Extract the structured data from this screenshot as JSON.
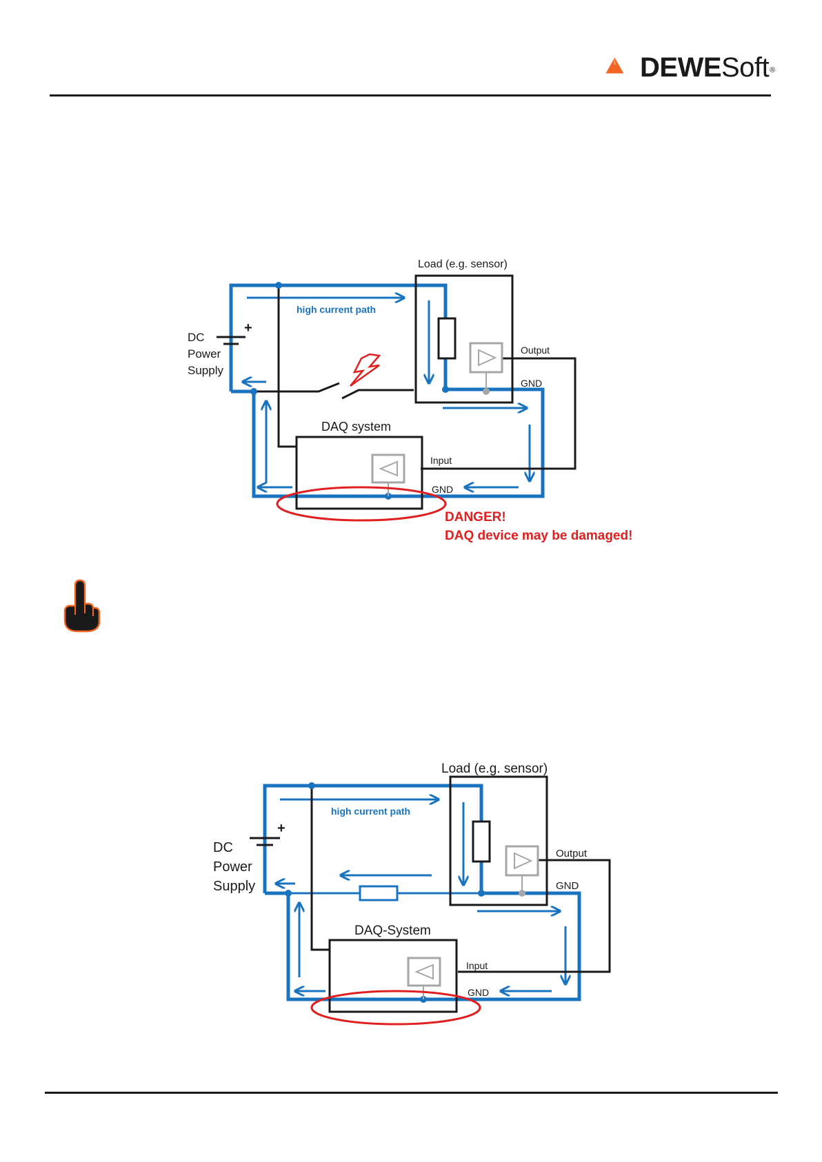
{
  "header": {
    "brand_bold": "DEWE",
    "brand_regular": "Soft",
    "registered_mark": "®"
  },
  "colors": {
    "current_path": "#1a73bf",
    "wire": "#1a1a1a",
    "danger": "#e02020",
    "component_gray": "#a6a6a6",
    "logo_orange": "#f26522",
    "hand_fill": "#1a1a1a",
    "hand_outline": "#f26522"
  },
  "diagram1": {
    "load_label": "Load (e.g. sensor)",
    "current_label": "high current path",
    "supply_line1": "DC",
    "supply_line2": "Power",
    "supply_line3": "Supply",
    "plus_sign": "+",
    "output_label": "Output",
    "gnd_load_label": "GND",
    "daq_label": "DAQ system",
    "input_label": "Input",
    "gnd_daq_label": "GND",
    "danger_line1": "DANGER!",
    "danger_line2": "DAQ device may be damaged!"
  },
  "note_icon": "pointing-hand-icon",
  "diagram2": {
    "load_label": "Load (e.g. sensor)",
    "current_label": "high current path",
    "supply_line1": "DC",
    "supply_line2": "Power",
    "supply_line3": "Supply",
    "plus_sign": "+",
    "output_label": "Output",
    "gnd_load_label": "GND",
    "daq_label": "DAQ-System",
    "input_label": "Input",
    "gnd_daq_label": "GND"
  }
}
